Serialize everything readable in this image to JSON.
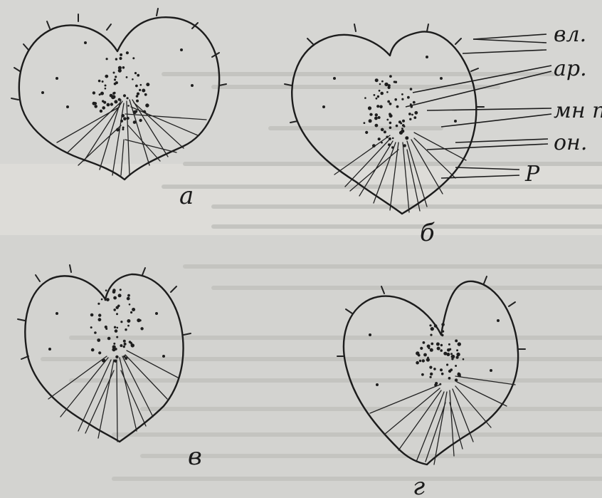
{
  "figures": [
    {
      "id": "a",
      "letter": "a"
    },
    {
      "id": "b",
      "letter": "б"
    },
    {
      "id": "c",
      "letter": "в"
    },
    {
      "id": "d",
      "letter": "г"
    }
  ],
  "labels": [
    {
      "id": "vl",
      "text": "вл."
    },
    {
      "id": "ar",
      "text": "ар."
    },
    {
      "id": "mnp",
      "text": "мн п."
    },
    {
      "id": "on",
      "text": "он."
    },
    {
      "id": "r",
      "text": "Р"
    }
  ]
}
